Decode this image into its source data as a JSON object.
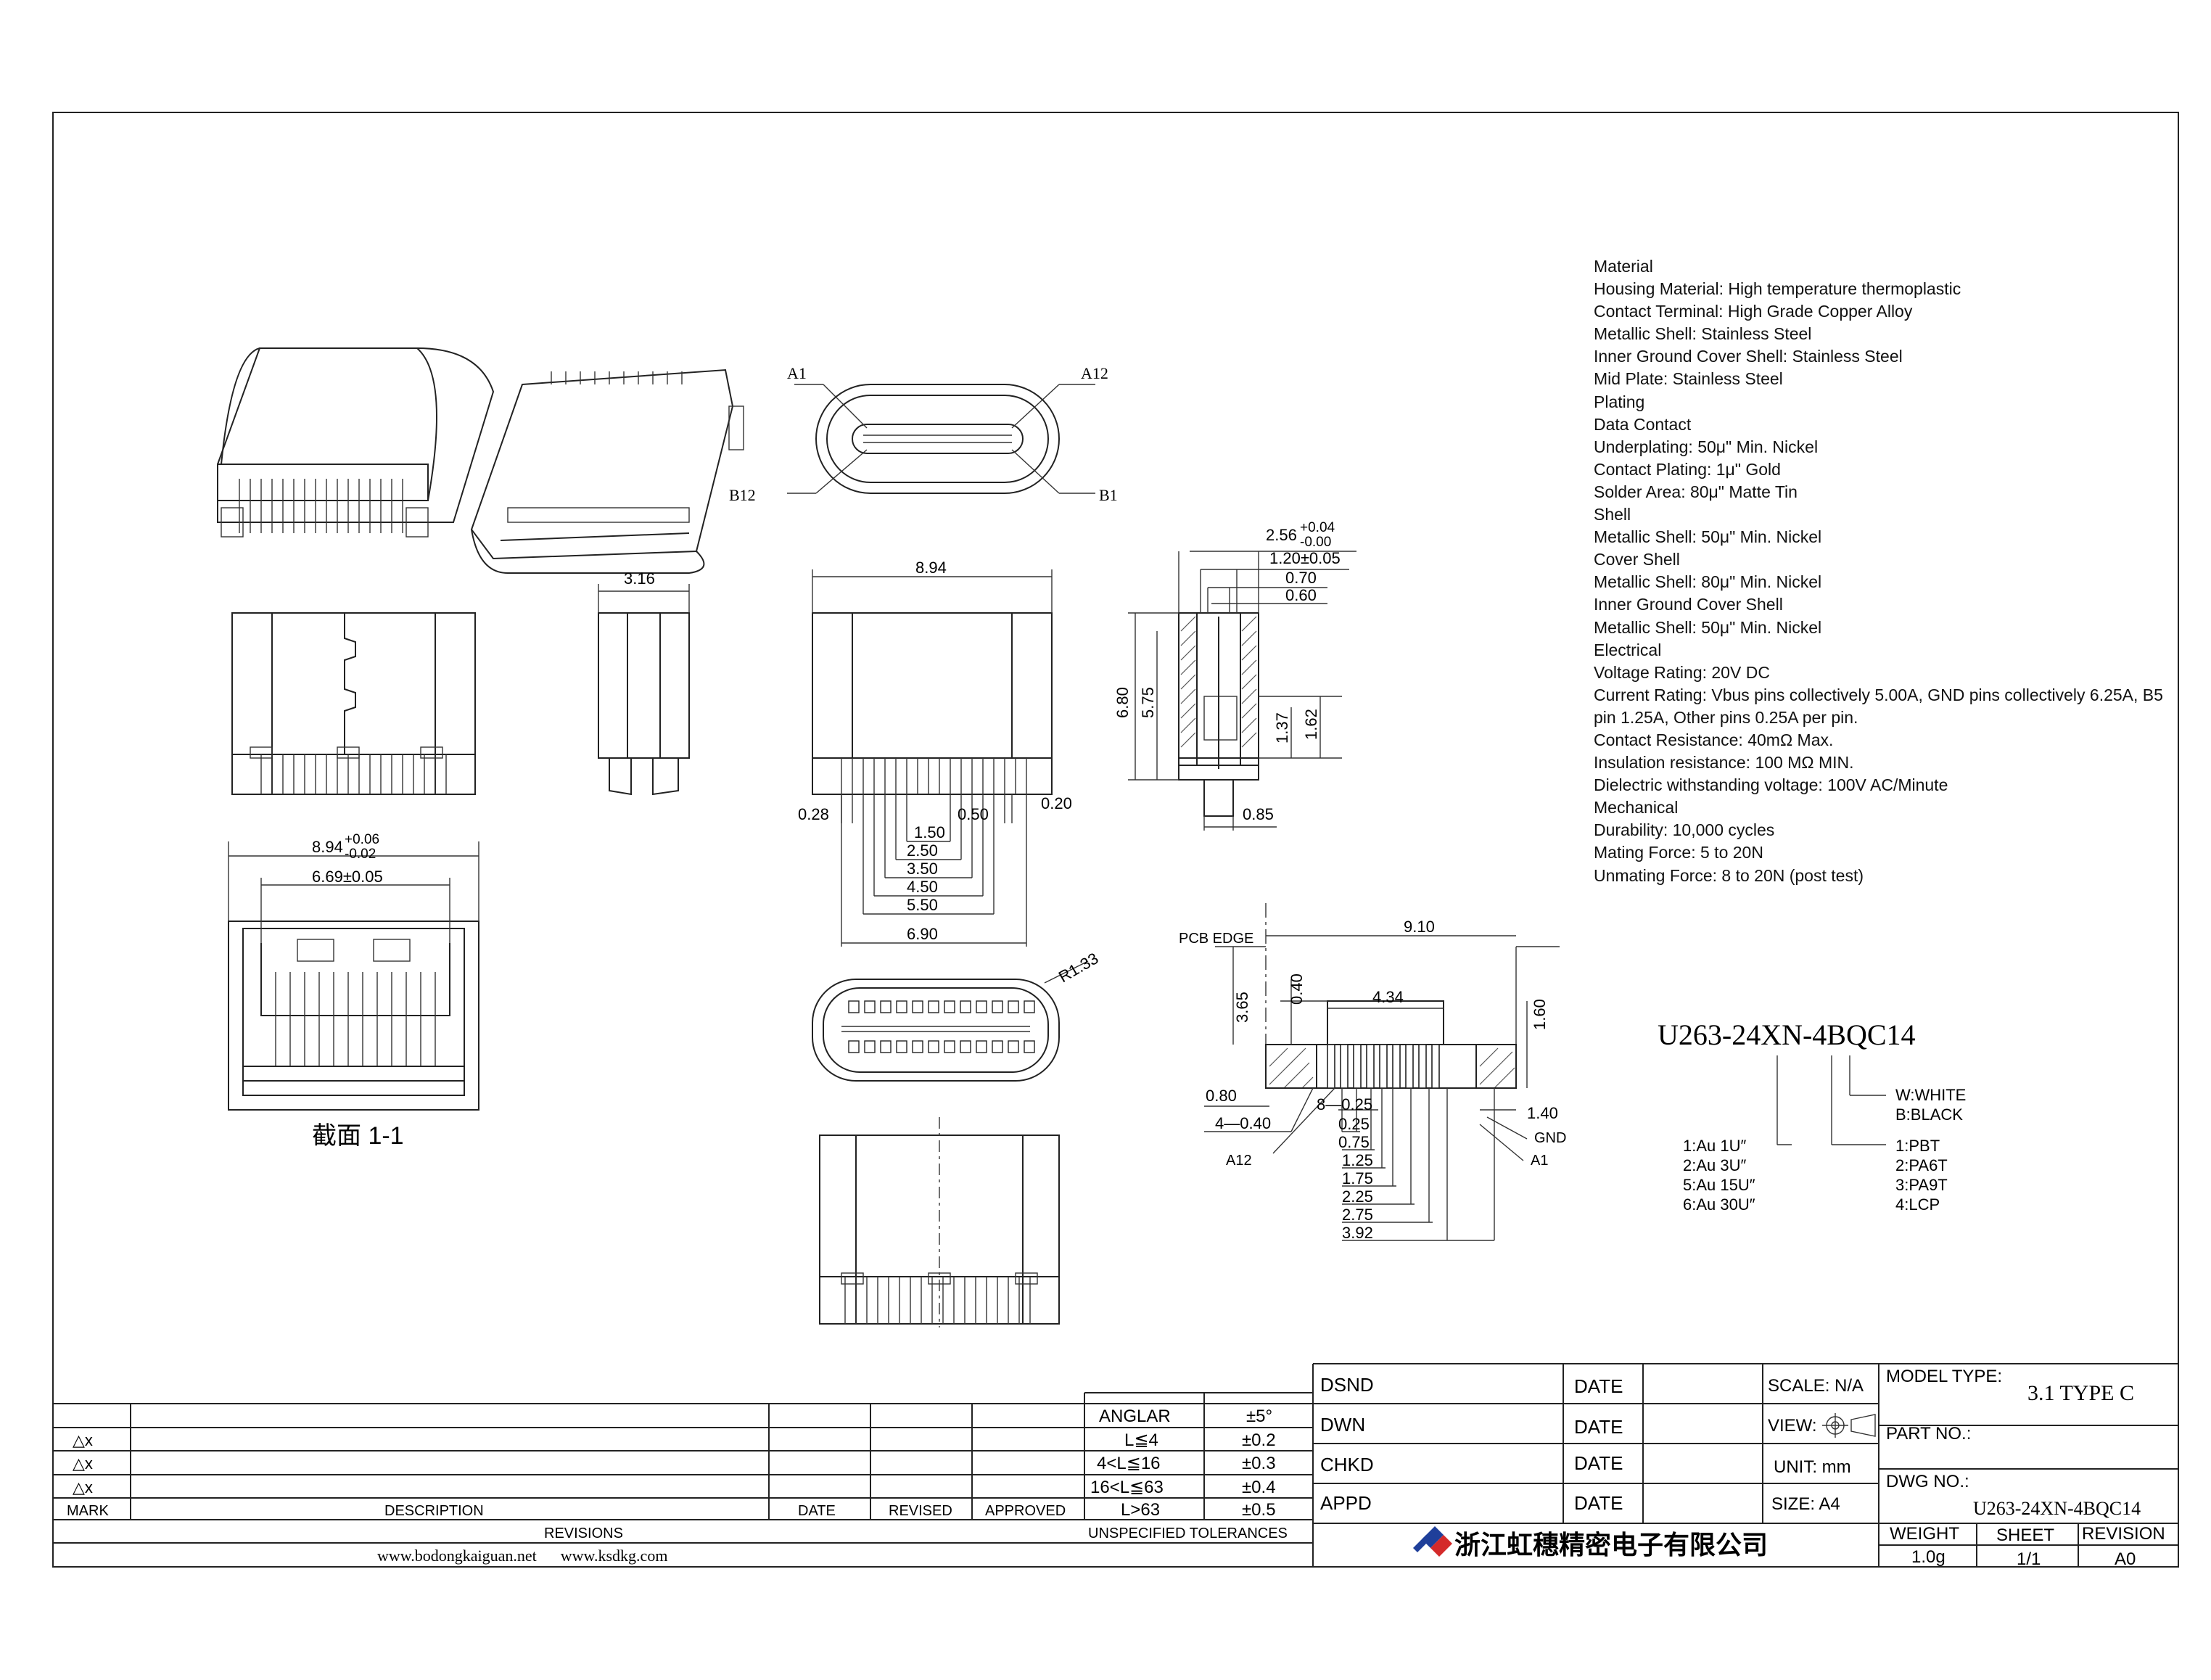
{
  "specs": [
    "Material",
    "Housing Material: High temperature thermoplastic",
    "Contact Terminal: High Grade Copper Alloy",
    "Metallic Shell: Stainless Steel",
    "Inner Ground Cover Shell: Stainless Steel",
    "Mid Plate: Stainless Steel",
    "Plating",
    "Data Contact",
    "Underplating: 50μ\" Min. Nickel",
    "Contact Plating: 1μ\" Gold",
    "Solder Area: 80μ\" Matte Tin",
    "Shell",
    "Metallic Shell: 50μ\" Min. Nickel",
    "Cover Shell",
    "Metallic Shell: 80μ\" Min. Nickel",
    "Inner Ground Cover Shell",
    "Metallic Shell: 50μ\" Min. Nickel",
    "Electrical",
    "Voltage Rating: 20V DC",
    "Current Rating: Vbus pins collectively 5.00A, GND pins collectively 6.25A, B5 pin 1.25A, Other pins 0.25A per pin.",
    "Contact Resistance: 40mΩ Max.",
    "Insulation resistance: 100 MΩ MIN.",
    "Dielectric withstanding voltage: 100V AC/Minute",
    "Mechanical",
    "Durability: 10,000 cycles",
    "Mating Force: 5 to 20N",
    "Unmating Force: 8 to 20N (post test)"
  ],
  "pins": {
    "a1": "A1",
    "a12": "A12",
    "b1": "B1",
    "b12": "B12"
  },
  "dims": {
    "w316": "3.16",
    "w894": "8.94",
    "d256": "2.56",
    "d256_tol_up": "+0.04",
    "d256_tol_dn": "-0.00",
    "d120": "1.20±0.05",
    "d070": "0.70",
    "d060": "0.60",
    "h680": "6.80",
    "h575": "5.75",
    "h137": "1.37",
    "h162": "1.62",
    "d085": "0.85",
    "p028": "0.28",
    "p050": "0.50",
    "p020": "0.20",
    "p150": "1.50",
    "p250": "2.50",
    "p350": "3.50",
    "p450": "4.50",
    "p550": "5.50",
    "p690": "6.90",
    "w894b": "8.94",
    "w894b_tol_up": "+0.06",
    "w894b_tol_dn": "-0.02",
    "w669": "6.69±0.05",
    "r133": "R1.33",
    "pcb_edge": "PCB EDGE",
    "f910": "9.10",
    "f365": "3.65",
    "f040": "0.40",
    "f434": "4.34",
    "f160": "1.60",
    "f080": "0.80",
    "f8x025": "8—0.25",
    "f4x040": "4—0.40",
    "f025": "0.25",
    "f075": "0.75",
    "f125": "1.25",
    "f175": "1.75",
    "f225": "2.25",
    "f275": "2.75",
    "f392": "3.92",
    "f140": "1.40",
    "gnd": "GND",
    "fa12": "A12",
    "fa1": "A1"
  },
  "section_label": "截面  1-1",
  "part_code": {
    "code": "U263-24XN-4BQC14",
    "plating": [
      "1:Au 1U″",
      "2:Au 3U″",
      "5:Au 15U″",
      "6:Au 30U″"
    ],
    "material": [
      "1:PBT",
      "2:PA6T",
      "3:PA9T",
      "4:LCP"
    ],
    "color": [
      "W:WHITE",
      "B:BLACK"
    ]
  },
  "tolerance": {
    "rows": [
      [
        "ANGLAR",
        "±5°"
      ],
      [
        "L≦4",
        "±0.2"
      ],
      [
        "4<L≦16",
        "±0.3"
      ],
      [
        "16<L≦63",
        "±0.4"
      ],
      [
        "L>63",
        "±0.5"
      ]
    ],
    "footer": "UNSPECIFIED TOLERANCES"
  },
  "revisions": {
    "marks": [
      "△x",
      "△x",
      "△x"
    ],
    "headers": [
      "MARK",
      "DESCRIPTION",
      "DATE",
      "REVISED",
      "APPROVED"
    ],
    "footer": "REVISIONS"
  },
  "websites": "www.bodongkaiguan.net      www.ksdkg.com",
  "approvals": [
    {
      "role": "DSND",
      "date": "DATE"
    },
    {
      "role": "DWN",
      "date": "DATE"
    },
    {
      "role": "CHKD",
      "date": "DATE"
    },
    {
      "role": "APPD",
      "date": "DATE"
    }
  ],
  "title_block": {
    "scale": "SCALE: N/A",
    "view": "VIEW:",
    "unit": "UNIT: mm",
    "size": "SIZE: A4",
    "model_type_label": "MODEL TYPE:",
    "model_type": "3.1 TYPE C",
    "part_no_label": "PART NO.:",
    "dwg_no_label": "DWG NO.:",
    "dwg_no": "U263-24XN-4BQC14",
    "company": "浙江虹穗精密电子有限公司",
    "weight_label": "WEIGHT",
    "sheet_label": "SHEET",
    "revision_label": "REVISION",
    "weight": "1.0g",
    "sheet": "1/1",
    "revision": "A0"
  }
}
